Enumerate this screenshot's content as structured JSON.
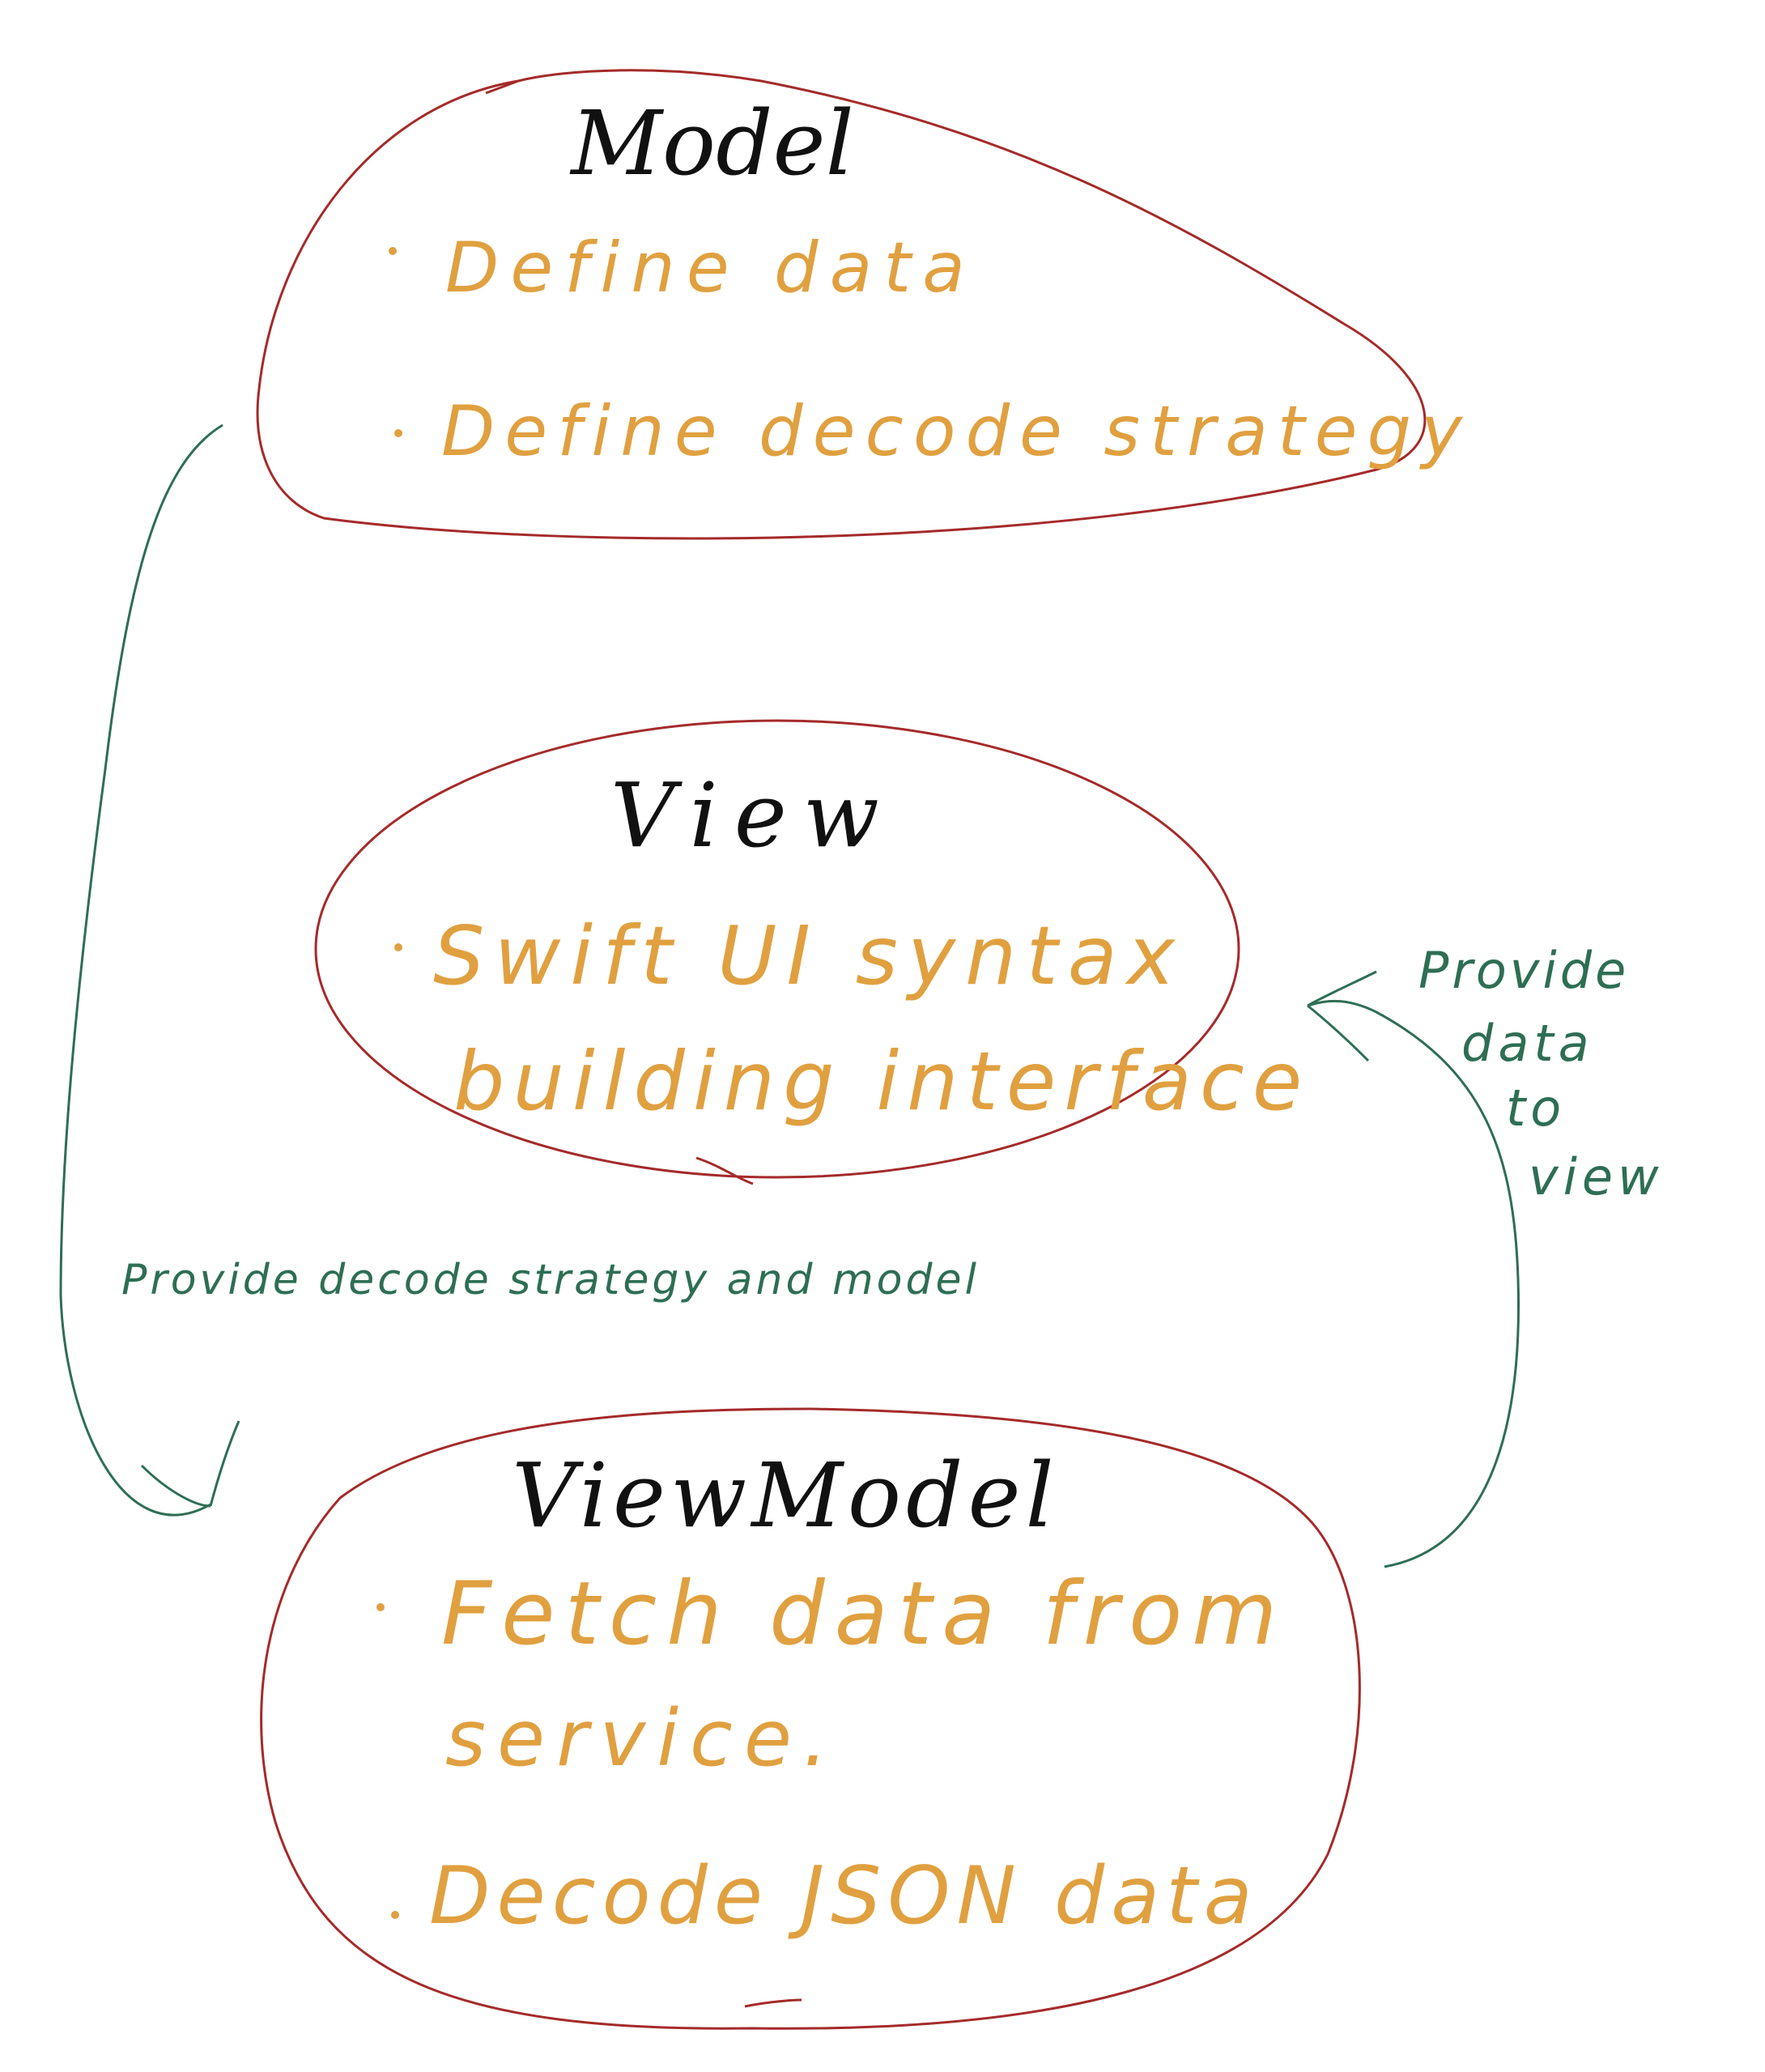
{
  "colors": {
    "outline": "#a52a2a",
    "title": "#111111",
    "bullet_text": "#e0a040",
    "arrow": "#2e6e55"
  },
  "nodes": {
    "model": {
      "title": "Model",
      "bullets": [
        "Define data",
        "Define decode strategy"
      ]
    },
    "view": {
      "title": "View",
      "bullet_lines": [
        "Swift UI syntax",
        "building interface"
      ]
    },
    "viewmodel": {
      "title": "ViewModel",
      "bullet1_lines": [
        "Fetch data from",
        "service."
      ],
      "bullet2": "Decode JSON data"
    }
  },
  "edges": {
    "model_to_viewmodel": "Provide decode strategy and model",
    "viewmodel_to_view": [
      "Provide",
      "data",
      "to",
      "view"
    ]
  }
}
